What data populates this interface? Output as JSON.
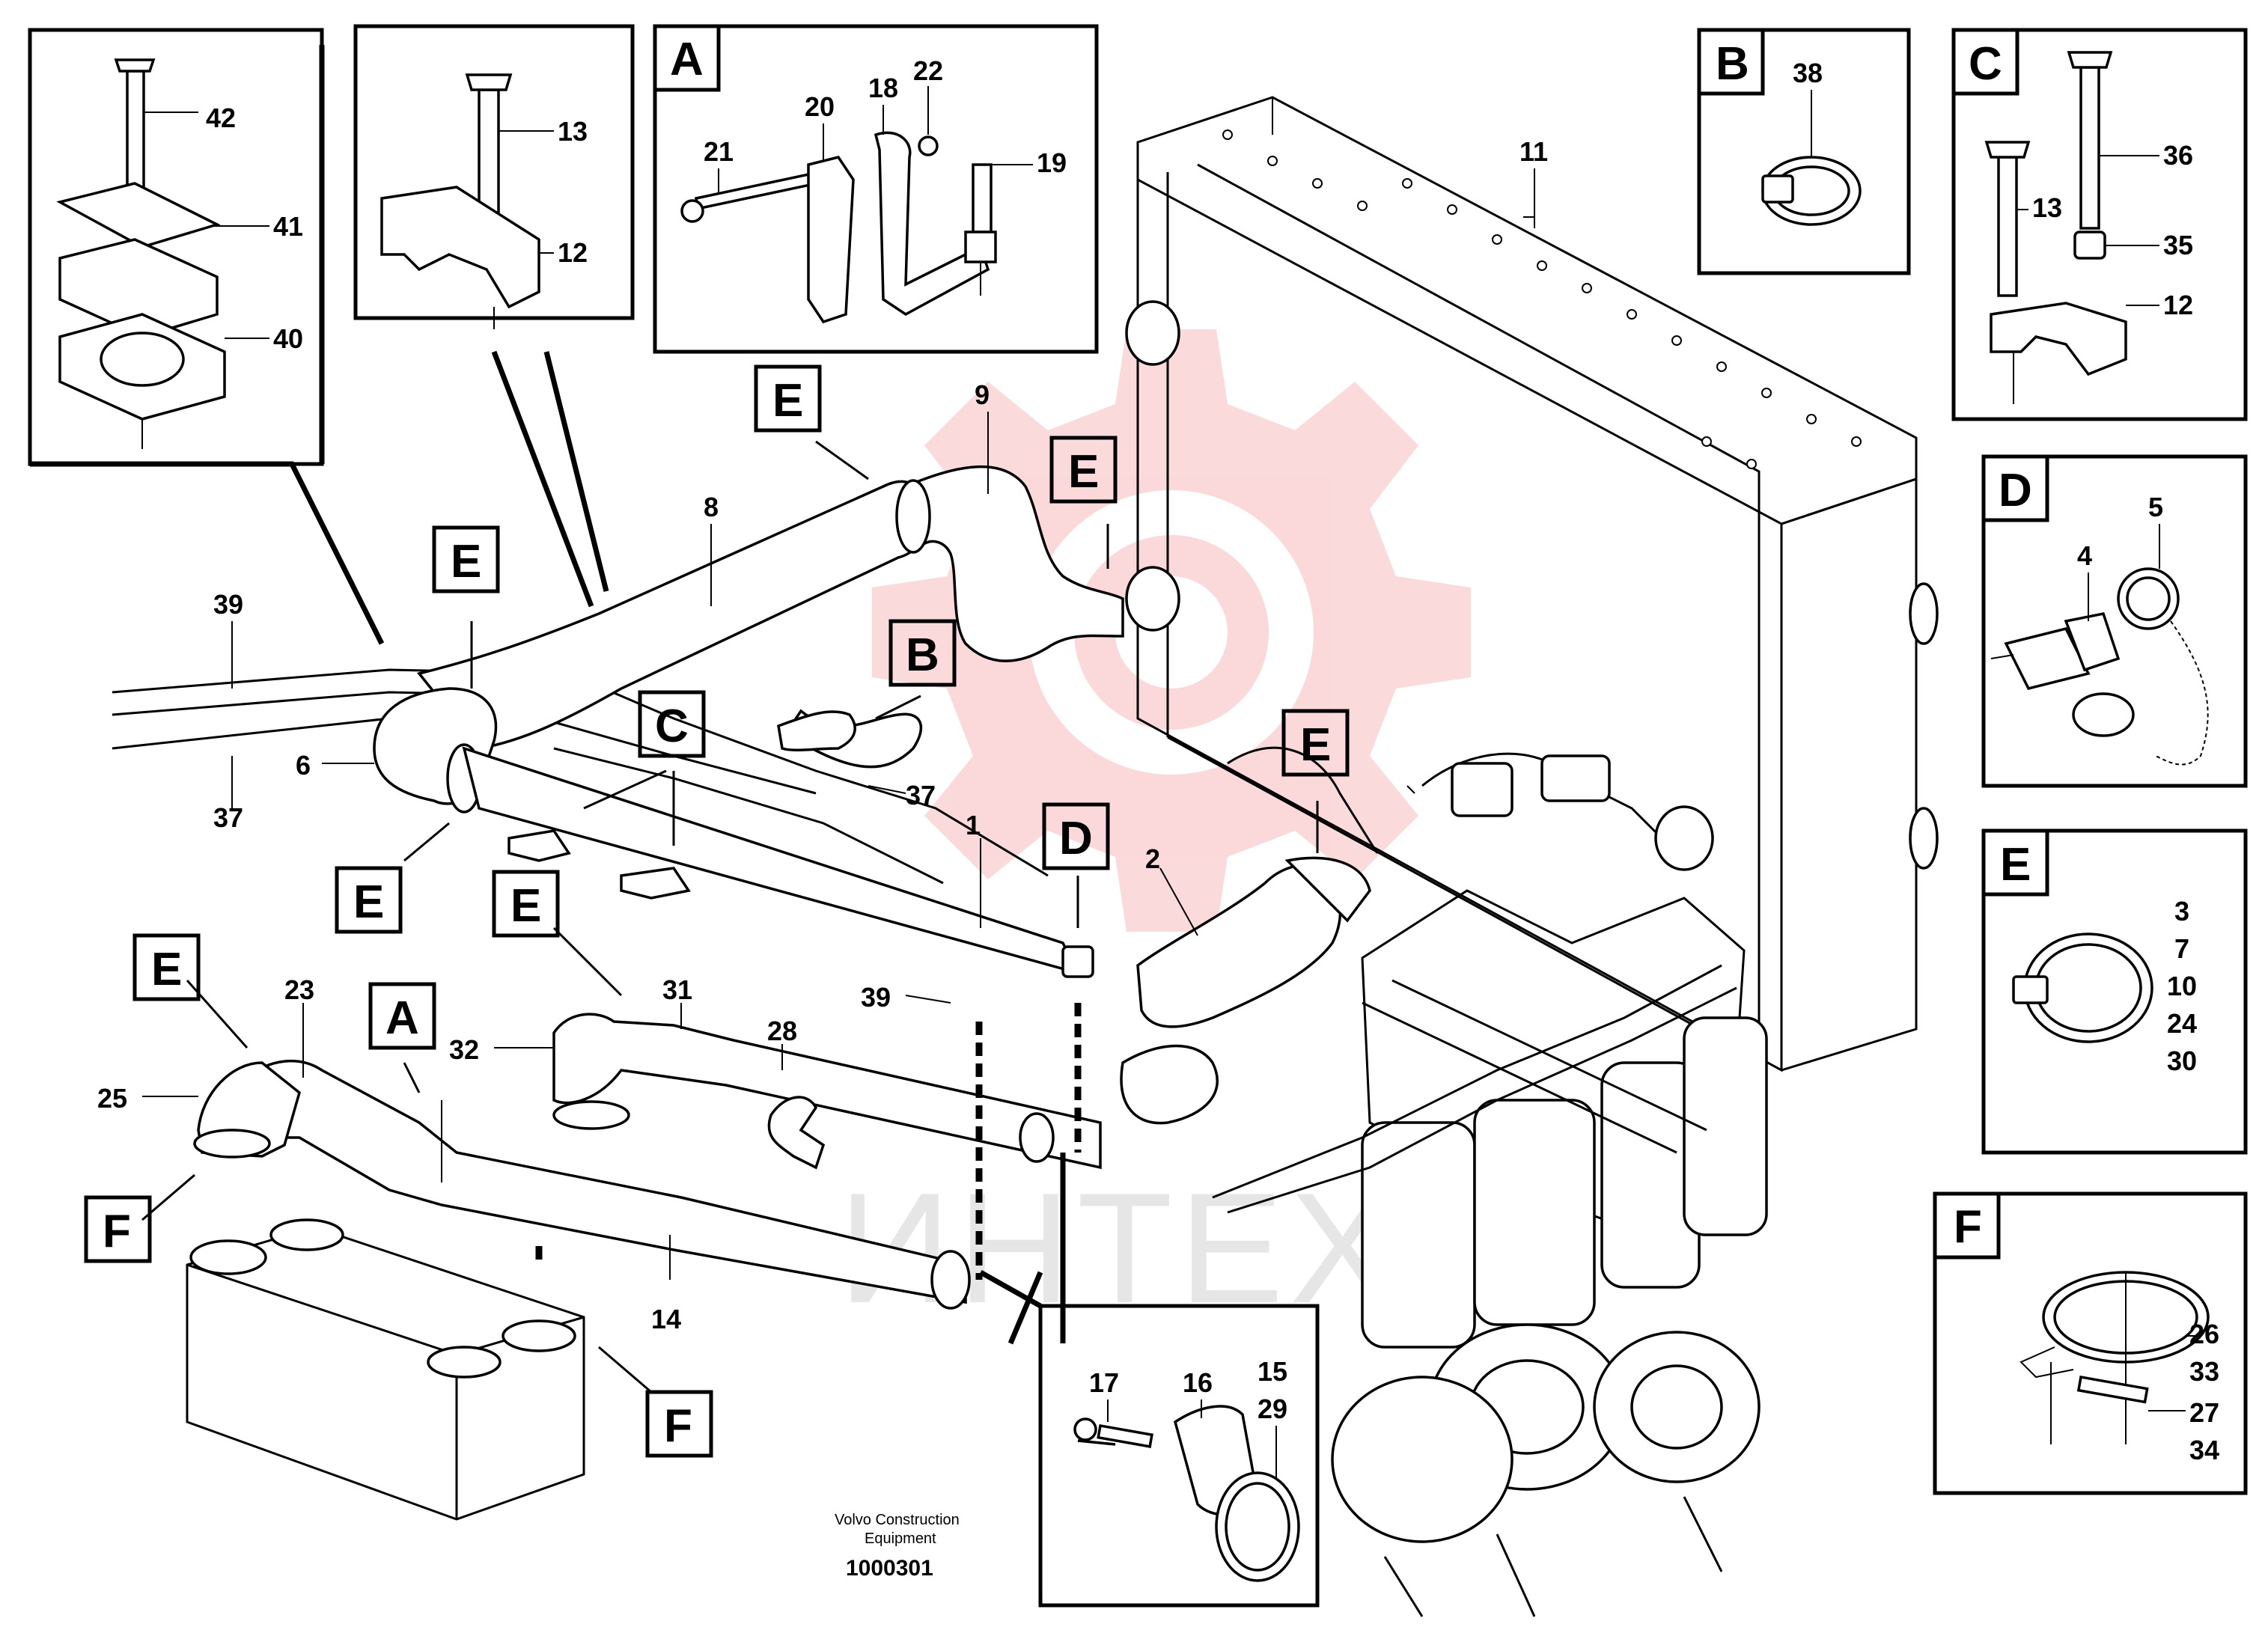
{
  "watermark": {
    "text": "ИНТЕХ",
    "color": "#e8161e"
  },
  "footer": {
    "publisher_line1": "Volvo Construction",
    "publisher_line2": "Equipment",
    "document_number": "1000301"
  },
  "insets": {
    "A": {
      "letter": "A",
      "parts": [
        "21",
        "20",
        "18",
        "22",
        "19"
      ]
    },
    "B": {
      "letter": "B",
      "parts": [
        "38"
      ]
    },
    "C": {
      "letter": "C",
      "parts": [
        "13",
        "36",
        "35",
        "12"
      ]
    },
    "D": {
      "letter": "D",
      "parts": [
        "4",
        "5"
      ]
    },
    "E": {
      "letter": "E",
      "parts": [
        "3",
        "7",
        "10",
        "24",
        "30"
      ]
    },
    "F": {
      "letter": "F",
      "parts": [
        "26",
        "33",
        "27",
        "34"
      ]
    },
    "clamp_detail": {
      "parts": [
        "42",
        "41",
        "40"
      ]
    },
    "bracket_detail": {
      "parts": [
        "13",
        "12"
      ]
    },
    "ring_detail": {
      "parts": [
        "17",
        "16",
        "15",
        "29"
      ]
    }
  },
  "callouts": {
    "p11": "11",
    "p9": "9",
    "p8": "8",
    "p39a": "39",
    "p37a": "37",
    "p6": "6",
    "p37b": "37",
    "p1": "1",
    "p2": "2",
    "p23": "23",
    "p25": "25",
    "p31": "31",
    "p28": "28",
    "p32": "32",
    "p39b": "39",
    "p14": "14"
  },
  "letter_tags": {
    "E": "E",
    "B": "B",
    "C": "C",
    "D": "D",
    "A": "A",
    "F": "F"
  }
}
